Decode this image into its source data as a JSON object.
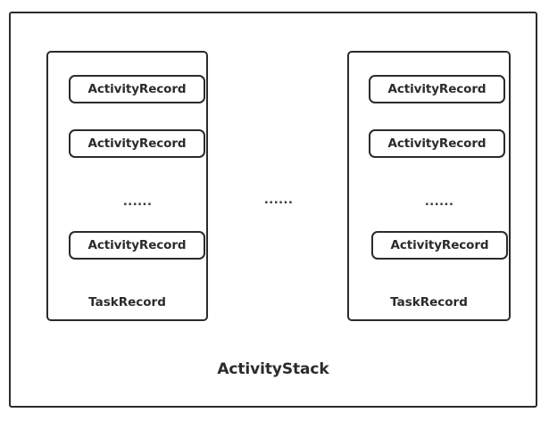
{
  "diagram": {
    "title": "ActivityStack",
    "middle_ellipsis": "······",
    "task_records": [
      {
        "label": "TaskRecord",
        "ellipsis": "······",
        "activity_records": [
          {
            "label": "ActivityRecord"
          },
          {
            "label": "ActivityRecord"
          },
          {
            "label": "ActivityRecord"
          }
        ]
      },
      {
        "label": "TaskRecord",
        "ellipsis": "······",
        "activity_records": [
          {
            "label": "ActivityRecord"
          },
          {
            "label": "ActivityRecord"
          },
          {
            "label": "ActivityRecord"
          }
        ]
      }
    ],
    "colors": {
      "stroke": "#2b2b2b",
      "text": "#2b2b2b",
      "background": "#ffffff"
    }
  }
}
